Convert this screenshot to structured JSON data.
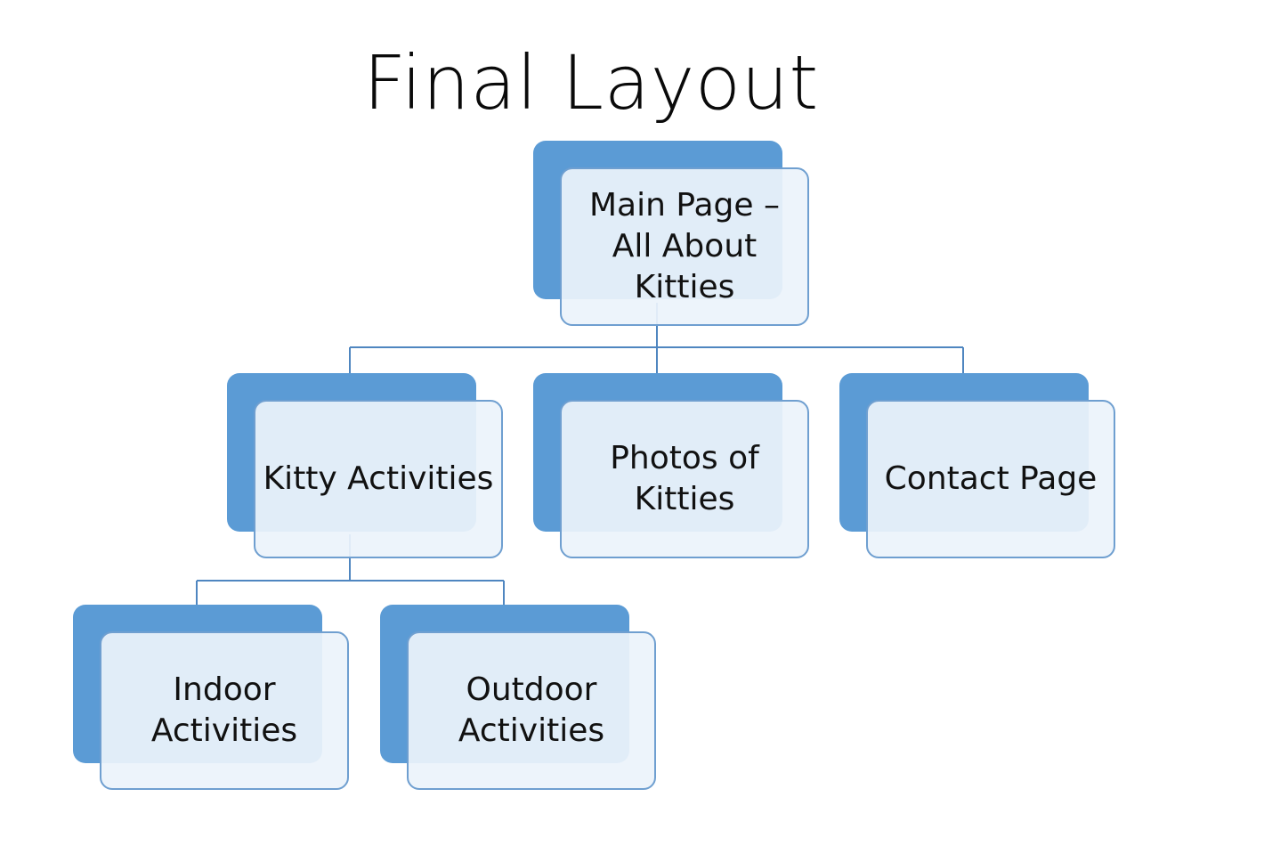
{
  "title": "Final Layout",
  "colors": {
    "box_back": "#5b9bd5",
    "box_front": "#ecf3fb",
    "box_border": "#6f9fd0",
    "connector": "#4f86c0",
    "text": "#111111"
  },
  "nodes": {
    "main": "Main Page –\nAll About\nKitties",
    "kitty_activities": "Kitty Activities",
    "photos": "Photos of\nKitties",
    "contact": "Contact Page",
    "indoor": "Indoor\nActivities",
    "outdoor": "Outdoor\nActivities"
  }
}
